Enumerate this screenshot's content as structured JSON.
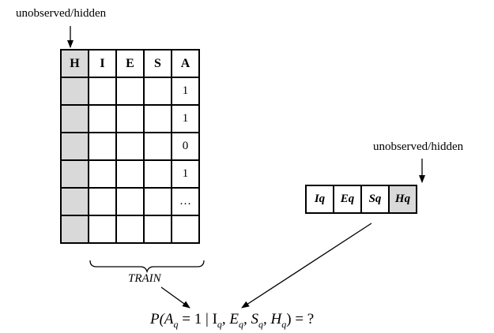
{
  "train_hidden_label": "unobserved/hidden",
  "query_hidden_label": "unobserved/hidden",
  "train_table": {
    "headers": [
      "H",
      "I",
      "E",
      "S",
      "A"
    ],
    "label_column": [
      "1",
      "1",
      "0",
      "1",
      "…",
      ""
    ],
    "hidden_column_index": 0
  },
  "train_label": "TRAIN",
  "query_table": {
    "cells": [
      "Iq",
      "Eq",
      "Sq",
      "Hq"
    ],
    "hidden_cell_index": 3
  },
  "formula": {
    "p": "P(A",
    "aq_sub": "q",
    "mid1": " = 1 | I",
    "iq_sub": "q",
    "mid2": ", E",
    "eq_sub": "q",
    "mid3": ", S",
    "sq_sub": "q",
    "mid4": ", H",
    "hq_sub": "q",
    "end": ") = ?"
  }
}
